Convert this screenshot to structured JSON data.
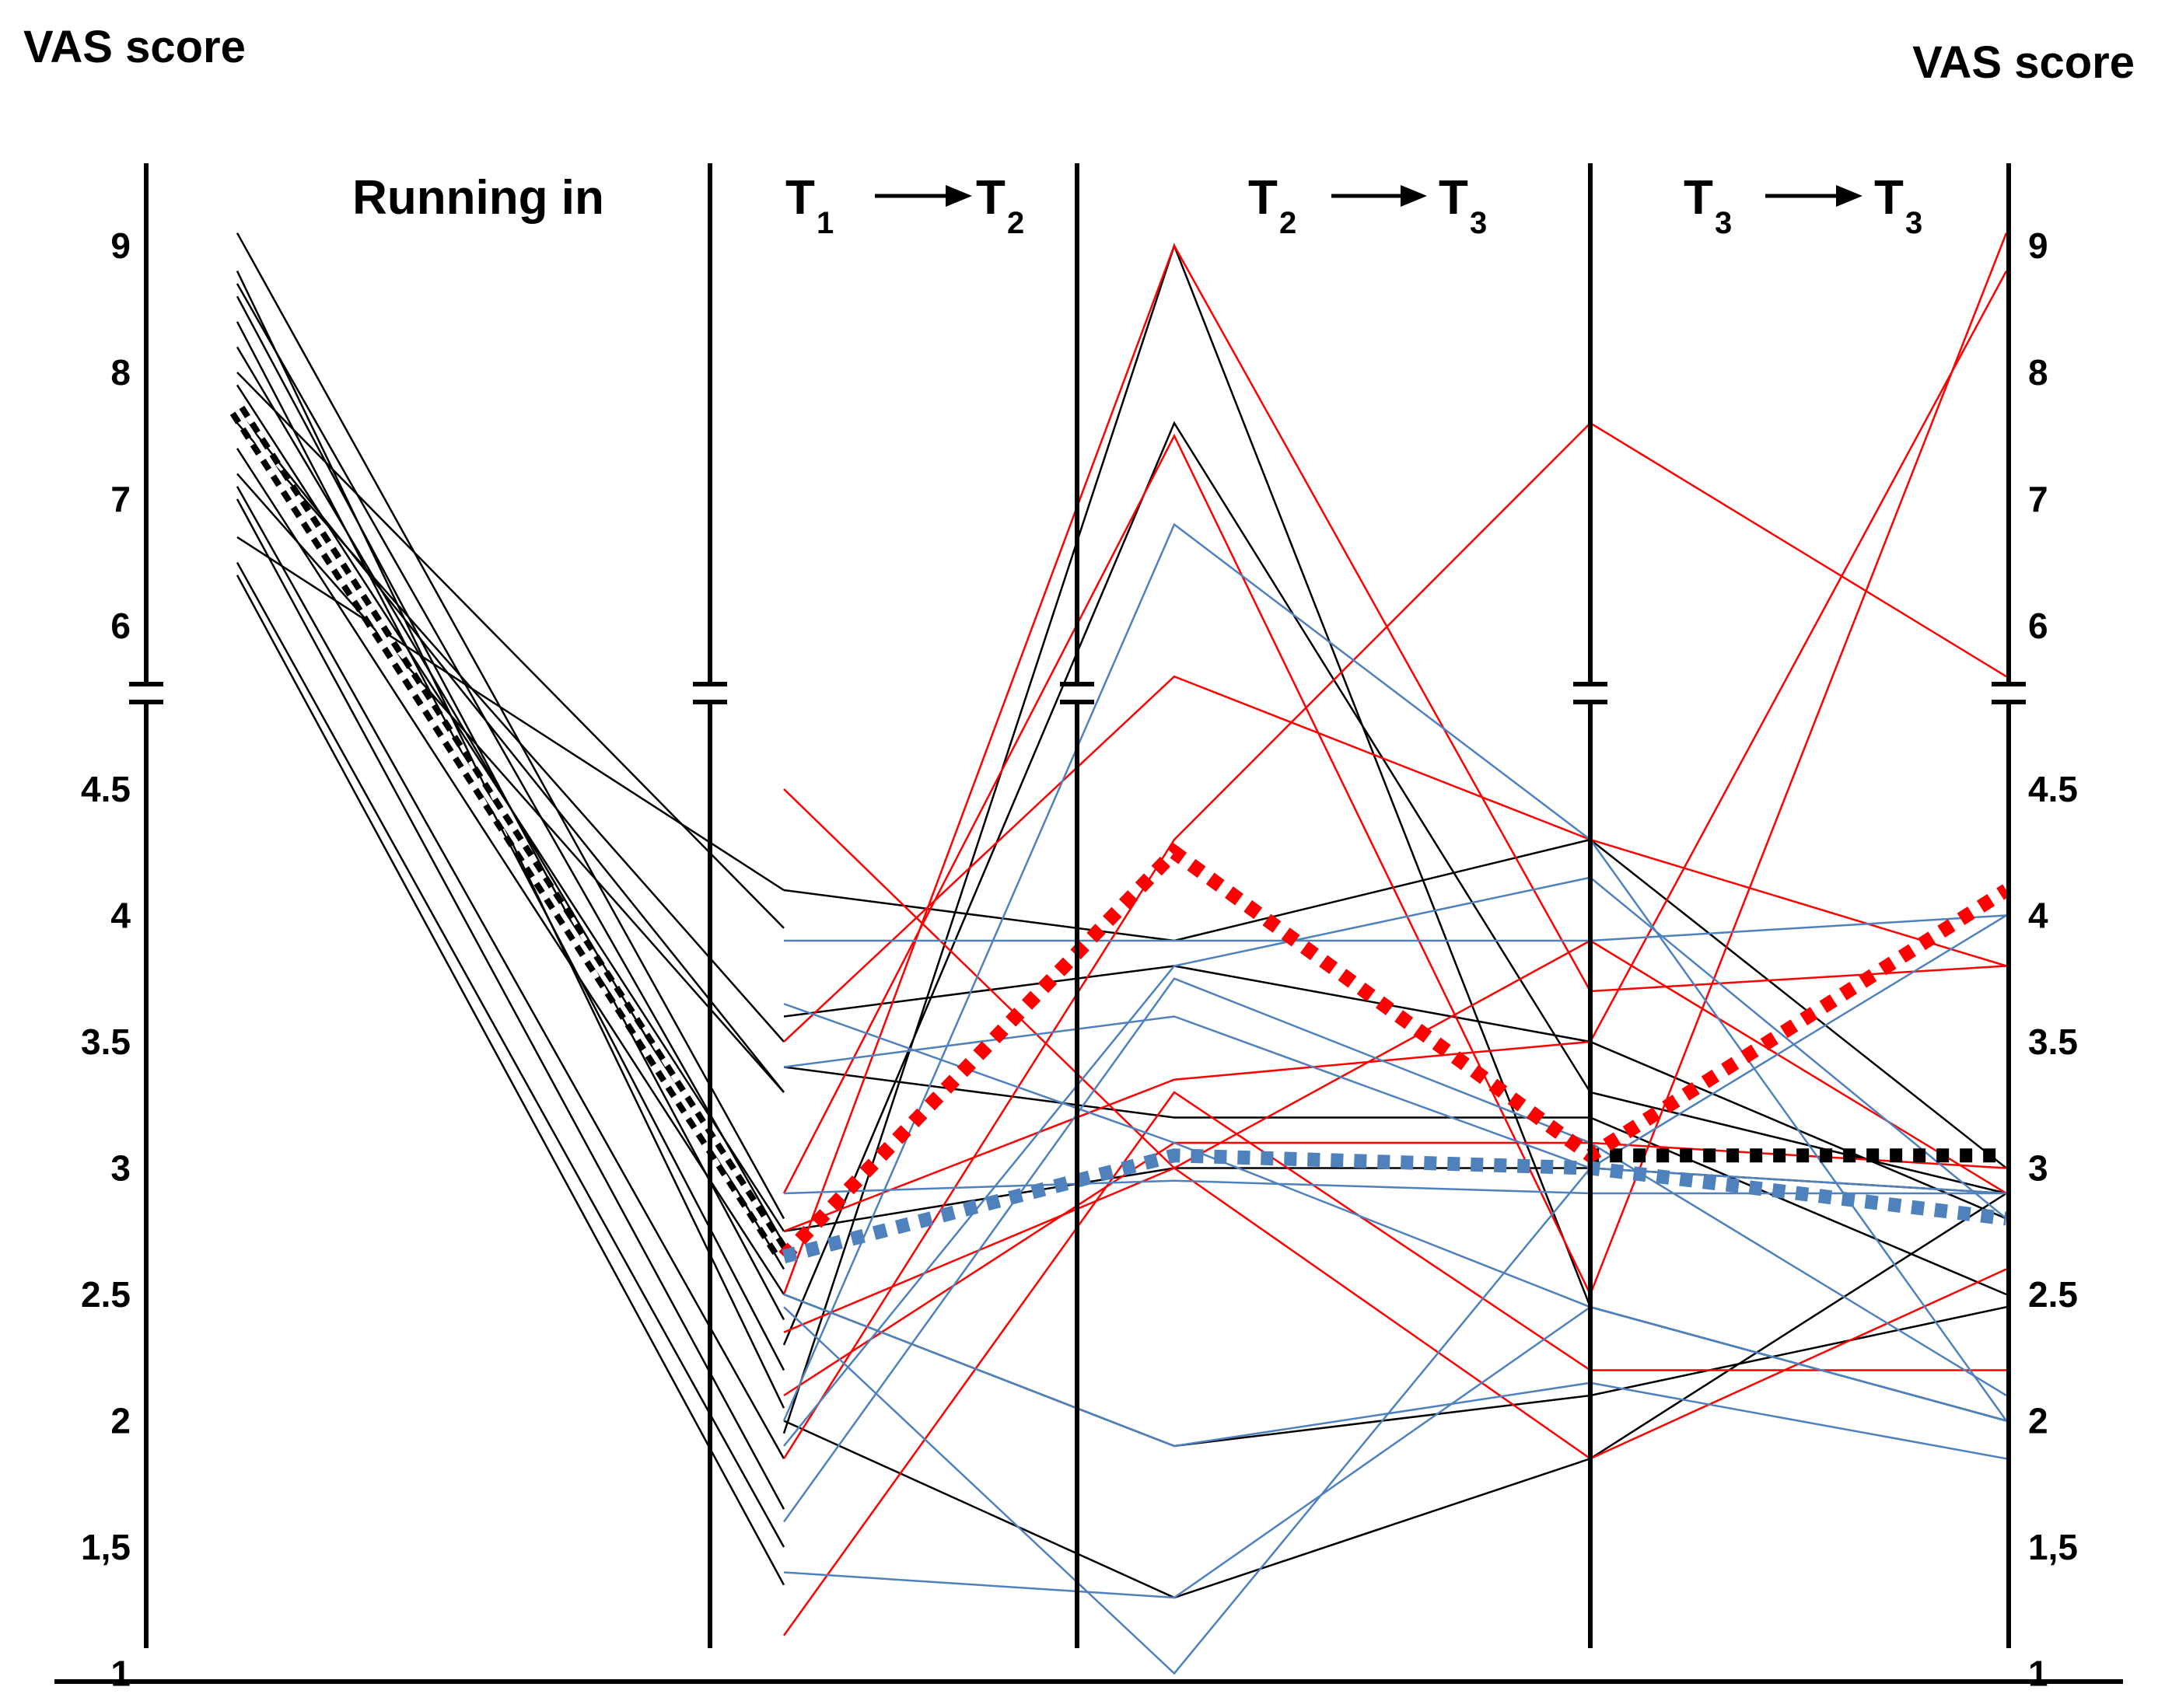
{
  "chart_data": {
    "type": "line",
    "ylabel_left": "VAS score",
    "ylabel_right": "VAS score",
    "sections": [
      {
        "id": "running",
        "label": "Running in"
      },
      {
        "id": "t1t2",
        "from": "T",
        "from_sub": "1",
        "to": "T",
        "to_sub": "2"
      },
      {
        "id": "t2t3",
        "from": "T",
        "from_sub": "2",
        "to": "T",
        "to_sub": "3"
      },
      {
        "id": "t3t3",
        "from": "T",
        "from_sub": "3",
        "to": "T",
        "to_sub": "3"
      }
    ],
    "y_ticks_upper": [
      {
        "label": "9",
        "value": 9
      },
      {
        "label": "8",
        "value": 8
      },
      {
        "label": "7",
        "value": 7
      },
      {
        "label": "6",
        "value": 6
      }
    ],
    "y_ticks_lower": [
      {
        "label": "4.5",
        "value": 4.5
      },
      {
        "label": "4",
        "value": 4
      },
      {
        "label": "3.5",
        "value": 3.5
      },
      {
        "label": "3",
        "value": 3
      },
      {
        "label": "2.5",
        "value": 2.5
      },
      {
        "label": "2",
        "value": 2
      },
      {
        "label": "1,5",
        "value": 1.5
      },
      {
        "label": "1",
        "value": 1
      }
    ],
    "axis_break": "between 6 and 4.5",
    "colors": {
      "black": "#000000",
      "red": "#ff0000",
      "blue": "#4f81bd"
    },
    "running_in_lines": [
      [
        9.1,
        2.8
      ],
      [
        8.8,
        2.05
      ],
      [
        8.7,
        2.7
      ],
      [
        8.6,
        2.4
      ],
      [
        8.4,
        2.2
      ],
      [
        8.2,
        2.6
      ],
      [
        8.0,
        3.95
      ],
      [
        7.9,
        2.75
      ],
      [
        7.7,
        3.3
      ],
      [
        7.6,
        3.5
      ],
      [
        7.4,
        2.5
      ],
      [
        7.2,
        3.3
      ],
      [
        7.1,
        1.85
      ],
      [
        7.0,
        1.65
      ],
      [
        6.7,
        4.1
      ],
      [
        6.5,
        1.5
      ],
      [
        6.4,
        1.35
      ]
    ],
    "running_in_mean": [
      7.7,
      2.65
    ],
    "patients": [
      {
        "group": "black",
        "values": [
          4.1,
          3.9,
          4.3,
          3.0
        ]
      },
      {
        "group": "black",
        "values": [
          3.6,
          3.8,
          3.5,
          2.8
        ]
      },
      {
        "group": "black",
        "values": [
          3.4,
          3.2,
          3.2,
          2.5
        ]
      },
      {
        "group": "black",
        "values": [
          2.75,
          3.0,
          3.0,
          2.9
        ]
      },
      {
        "group": "black",
        "values": [
          2.5,
          1.9,
          2.1,
          2.45
        ]
      },
      {
        "group": "black",
        "values": [
          2.0,
          1.3,
          1.85,
          2.9
        ]
      },
      {
        "group": "black",
        "values": [
          1.95,
          9.0,
          2.45,
          2.0
        ]
      },
      {
        "group": "black",
        "values": [
          2.3,
          7.6,
          3.3,
          2.9
        ]
      },
      {
        "group": "red",
        "values": [
          4.5,
          3.0,
          3.9,
          2.9
        ]
      },
      {
        "group": "red",
        "values": [
          3.5,
          5.6,
          4.3,
          3.8
        ]
      },
      {
        "group": "red",
        "values": [
          2.9,
          7.5,
          2.5,
          9.1
        ]
      },
      {
        "group": "red",
        "values": [
          2.75,
          3.35,
          3.5,
          8.8
        ]
      },
      {
        "group": "red",
        "values": [
          2.5,
          9.0,
          3.7,
          3.8
        ]
      },
      {
        "group": "red",
        "values": [
          2.1,
          3.1,
          3.1,
          3.0
        ]
      },
      {
        "group": "red",
        "values": [
          1.85,
          4.3,
          7.6,
          5.6
        ]
      },
      {
        "group": "red",
        "values": [
          1.15,
          3.3,
          2.2,
          2.2
        ]
      },
      {
        "group": "red",
        "values": [
          2.35,
          3.0,
          1.85,
          2.6
        ]
      },
      {
        "group": "blue",
        "values": [
          3.9,
          3.9,
          3.9,
          4.0
        ]
      },
      {
        "group": "blue",
        "values": [
          3.65,
          3.1,
          2.45,
          2.0
        ]
      },
      {
        "group": "blue",
        "values": [
          3.4,
          3.6,
          3.0,
          2.9
        ]
      },
      {
        "group": "blue",
        "values": [
          2.9,
          2.95,
          2.9,
          2.9
        ]
      },
      {
        "group": "blue",
        "values": [
          2.5,
          1.9,
          2.15,
          1.85
        ]
      },
      {
        "group": "blue",
        "values": [
          2.0,
          6.8,
          4.3,
          2.0
        ]
      },
      {
        "group": "blue",
        "values": [
          1.9,
          3.8,
          4.15,
          2.8
        ]
      },
      {
        "group": "blue",
        "values": [
          1.6,
          3.75,
          3.1,
          2.1
        ]
      },
      {
        "group": "blue",
        "values": [
          1.4,
          1.3,
          2.45,
          2.0
        ]
      },
      {
        "group": "blue",
        "values": [
          2.45,
          1.0,
          3.0,
          4.0
        ]
      }
    ],
    "means": [
      {
        "group": "black",
        "values": [
          2.65,
          4.25,
          3.05,
          3.05
        ]
      },
      {
        "group": "red",
        "values": [
          2.65,
          4.25,
          3.05,
          4.1
        ]
      },
      {
        "group": "blue",
        "values": [
          2.65,
          3.05,
          3.0,
          2.8
        ]
      }
    ]
  }
}
